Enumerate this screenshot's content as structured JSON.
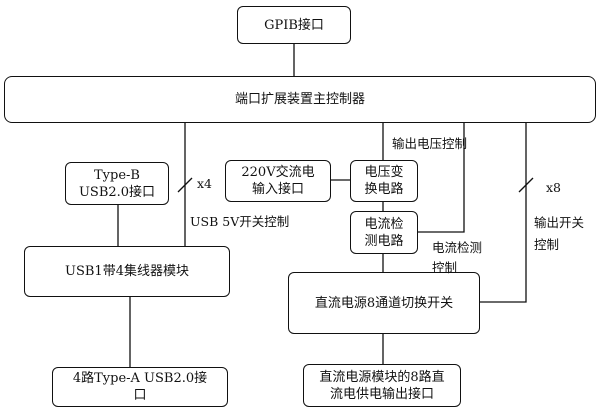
{
  "colors": {
    "line": "#111111",
    "box_fill": "#ffffff",
    "background": "#ffffff"
  },
  "blocks": {
    "gpib": "GPIB接口",
    "main_controller": "端口扩展装置主控制器",
    "typeb_usb": "Type-B\nUSB2.0接口",
    "ac_input": "220V交流电\n输入接口",
    "voltage_conv": "电压变\n换电路",
    "current_detect": "电流检\n测电路",
    "usb_hub": "USB1带4集线器模块",
    "dc_switch": "直流电源8通道切换开关",
    "typea_ports": "4路Type-A USB2.0接\n口",
    "dc_output": "直流电源模块的8路直\n流电供电输出接口"
  },
  "labels": {
    "x4": "x4",
    "x8": "x8",
    "usb_5v_ctrl": "USB 5V开关控制",
    "output_voltage_ctrl": "输出电压控制",
    "current_detect_ctrl": "电流检测\n控制",
    "output_switch_ctrl": "输出开关\n控制"
  }
}
